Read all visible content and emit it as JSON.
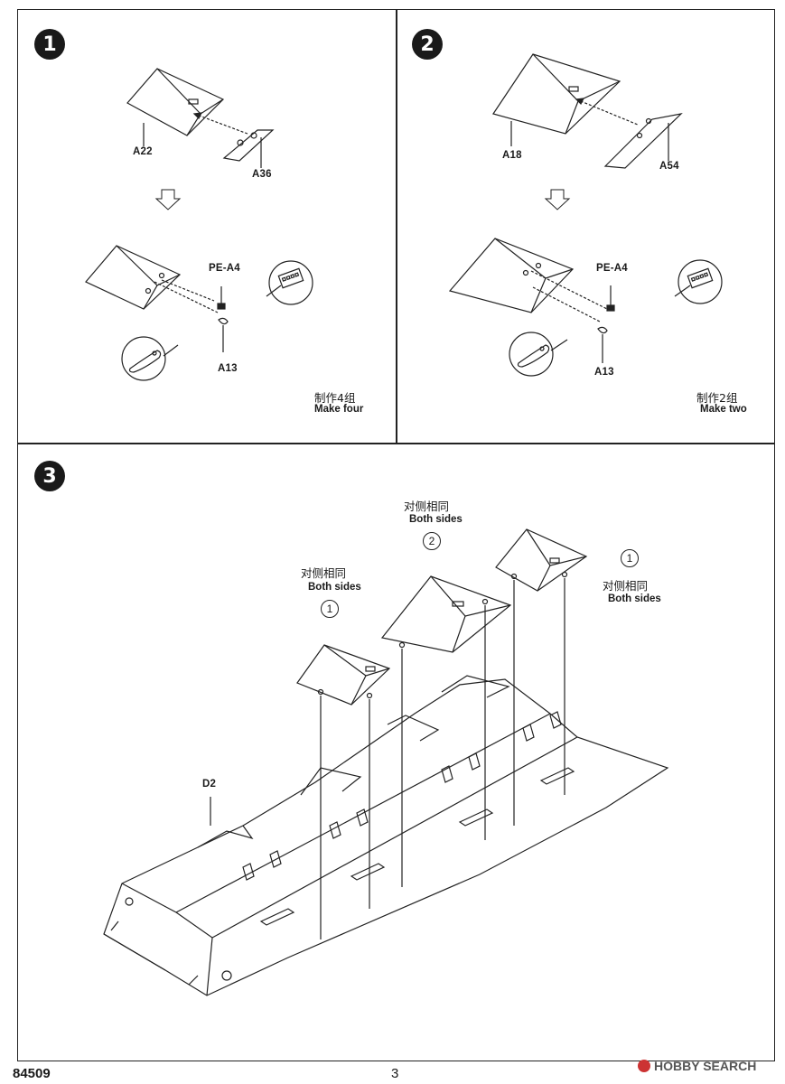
{
  "steps": [
    {
      "number": "1",
      "labels": [
        "A22",
        "A36",
        "PE-A4",
        "A13"
      ],
      "note_cn": "制作4组",
      "note_en": "Make four"
    },
    {
      "number": "2",
      "labels": [
        "A18",
        "A54",
        "PE-A4",
        "A13"
      ],
      "note_cn": "制作2组",
      "note_en": "Make two"
    },
    {
      "number": "3",
      "part_label": "D2",
      "callouts": [
        {
          "cn": "对侧相同",
          "en": "Both sides",
          "ref": "1"
        },
        {
          "cn": "对侧相同",
          "en": "Both sides",
          "ref": "2"
        },
        {
          "cn": "对侧相同",
          "en": "Both sides",
          "ref": "1"
        }
      ]
    }
  ],
  "footer": {
    "code": "84509",
    "page": "3",
    "watermark": "HOBBY SEARCH"
  }
}
